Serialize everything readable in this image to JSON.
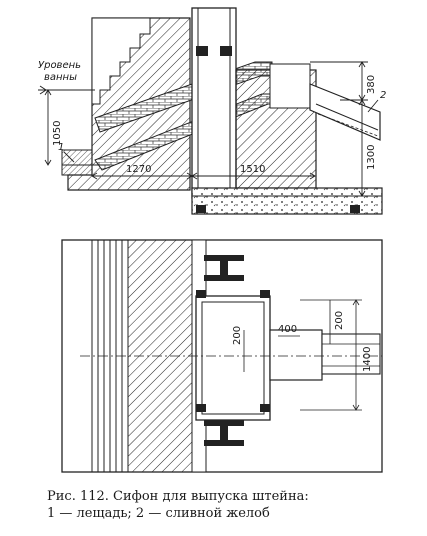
{
  "labels": {
    "bath_level_line1": "Уровень",
    "bath_level_line2": "ванны",
    "ref1": "1",
    "ref2": "2"
  },
  "dimensions": {
    "d1050": "1050",
    "d1270": "1270",
    "d1510": "1510",
    "d380": "380",
    "d1300": "1300",
    "d200a": "200",
    "d400": "400",
    "d200b": "200",
    "d1400": "1400"
  },
  "caption": {
    "line1": "Рис. 112. Сифон для выпуска штейна:",
    "line2": "1 — лещадь; 2 — сливной желоб"
  }
}
